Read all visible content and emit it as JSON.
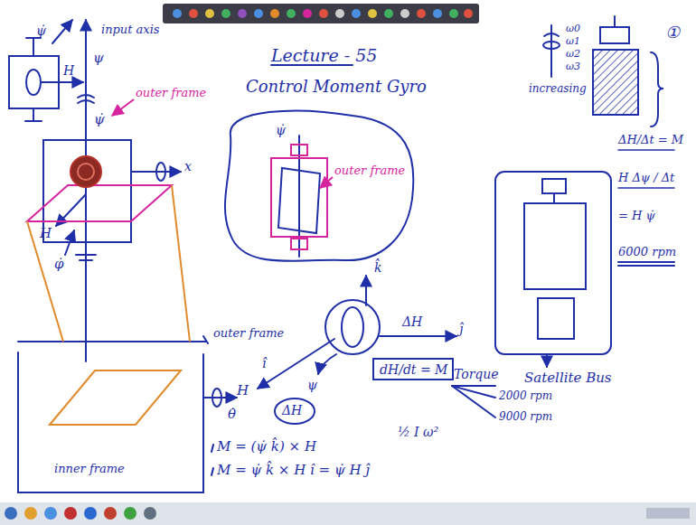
{
  "diagram": {
    "title": "Lecture - 55",
    "nodes": [
      {
        "text": [
          "dH/dt = M"
        ]
      }
    ],
    "labels": [
      "Control Moment Gyro",
      "input axis",
      "outer frame",
      "ψ",
      "ψ̇",
      "H",
      "φ̇",
      "x",
      "outer frame",
      "inner frame",
      "θ̇",
      "ψ̇",
      "H",
      "ψ̇",
      "outer frame",
      "k̂",
      "ĵ",
      "ΔH",
      "H",
      "î",
      "ψ",
      "ΔH",
      "Torque",
      "2000 rpm",
      "9000 rpm",
      "M = (ψ̇ k̂) × H",
      "M = ψ̇ k̂ × H î = ψ̇ H ĵ",
      "½ I ω²",
      "ω0",
      "ω1",
      "ω2",
      "ω3",
      "increasing",
      "①",
      "ΔH/Δt = M",
      "H Δψ / Δt",
      "= H ψ̇",
      "6000 rpm",
      "Satellite Bus"
    ]
  }
}
